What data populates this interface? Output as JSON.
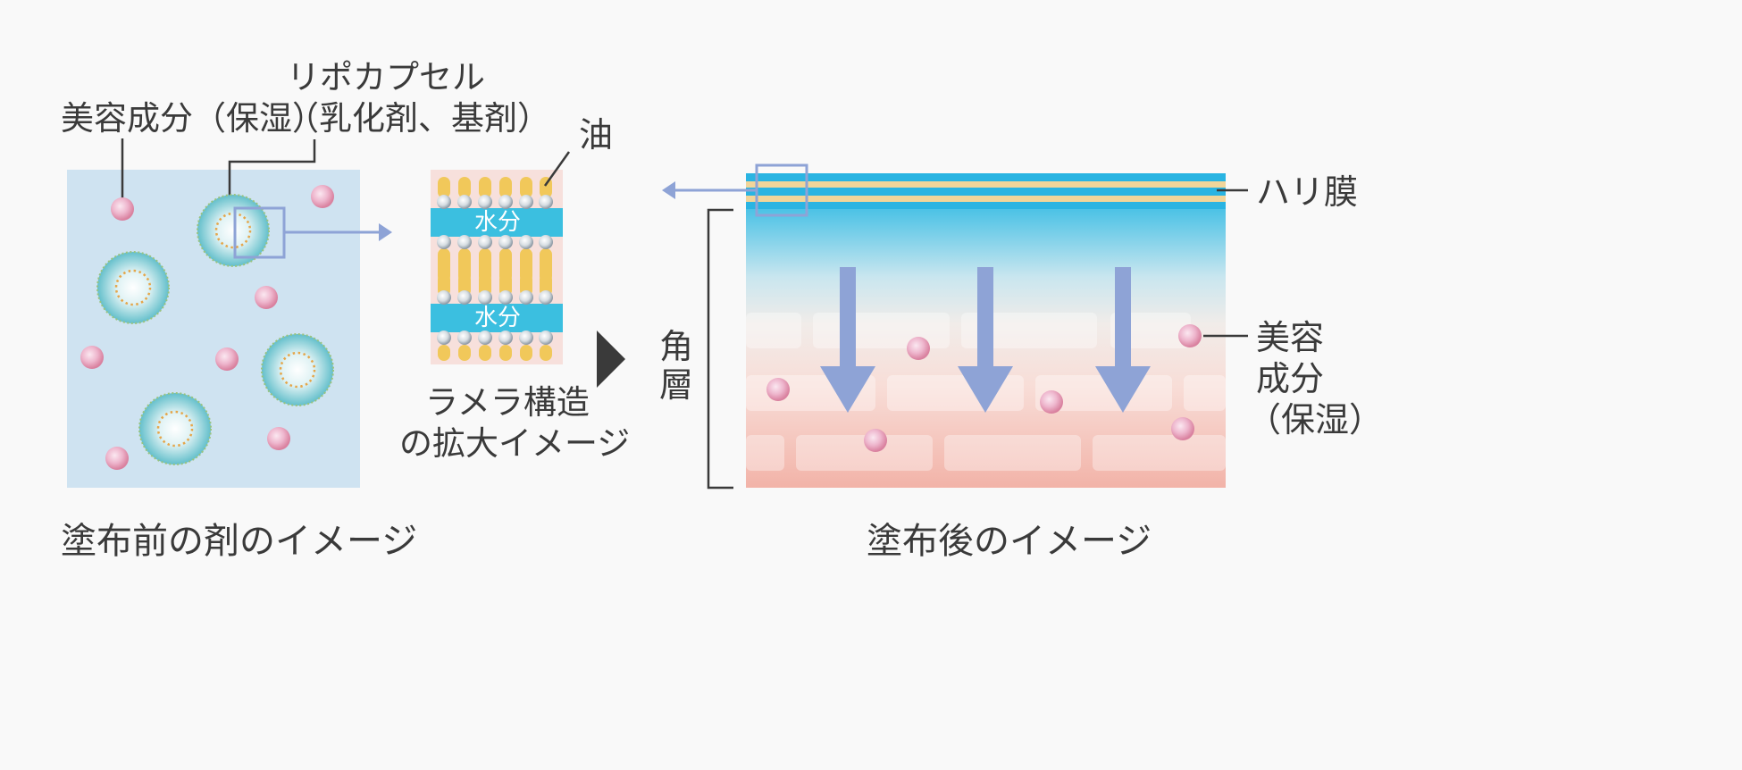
{
  "labels": {
    "beauty_ingredient_left": "美容成分（保湿）",
    "lipocapsule_line1": "リポカプセル",
    "lipocapsule_line2": "（乳化剤、基剤）",
    "oil": "油",
    "water_1": "水分",
    "water_2": "水分",
    "lamellar_line1": "ラメラ構造",
    "lamellar_line2": "の拡大イメージ",
    "hari_membrane": "ハリ膜",
    "stratum_corneum_1": "角",
    "stratum_corneum_2": "層",
    "beauty_right_line1": "美容",
    "beauty_right_line2": "成分",
    "beauty_right_line3": "（保湿）",
    "caption_before": "塗布前の剤のイメージ",
    "caption_after": "塗布後のイメージ"
  },
  "colors": {
    "background": "#f9f9f9",
    "left_panel": "#cfe3f1",
    "pink_dot": "#e8a6c0",
    "capsule_teal": "#6fc4cf",
    "capsule_dots": "#e5b24f",
    "lamella_bg": "#f7e0dc",
    "lamella_blue": "#3bbfe0",
    "lamella_yellow": "#f1c85a",
    "arrow_blue": "#8ea3d6",
    "skin_top_blue": "#2ab4e2",
    "skin_bottom_pink": "#f3b8ae",
    "text": "#3a3a3a"
  },
  "icons": [
    "right-arrow-icon",
    "left-arrow-icon",
    "play-triangle-icon",
    "down-arrow-icon",
    "bracket-icon"
  ]
}
